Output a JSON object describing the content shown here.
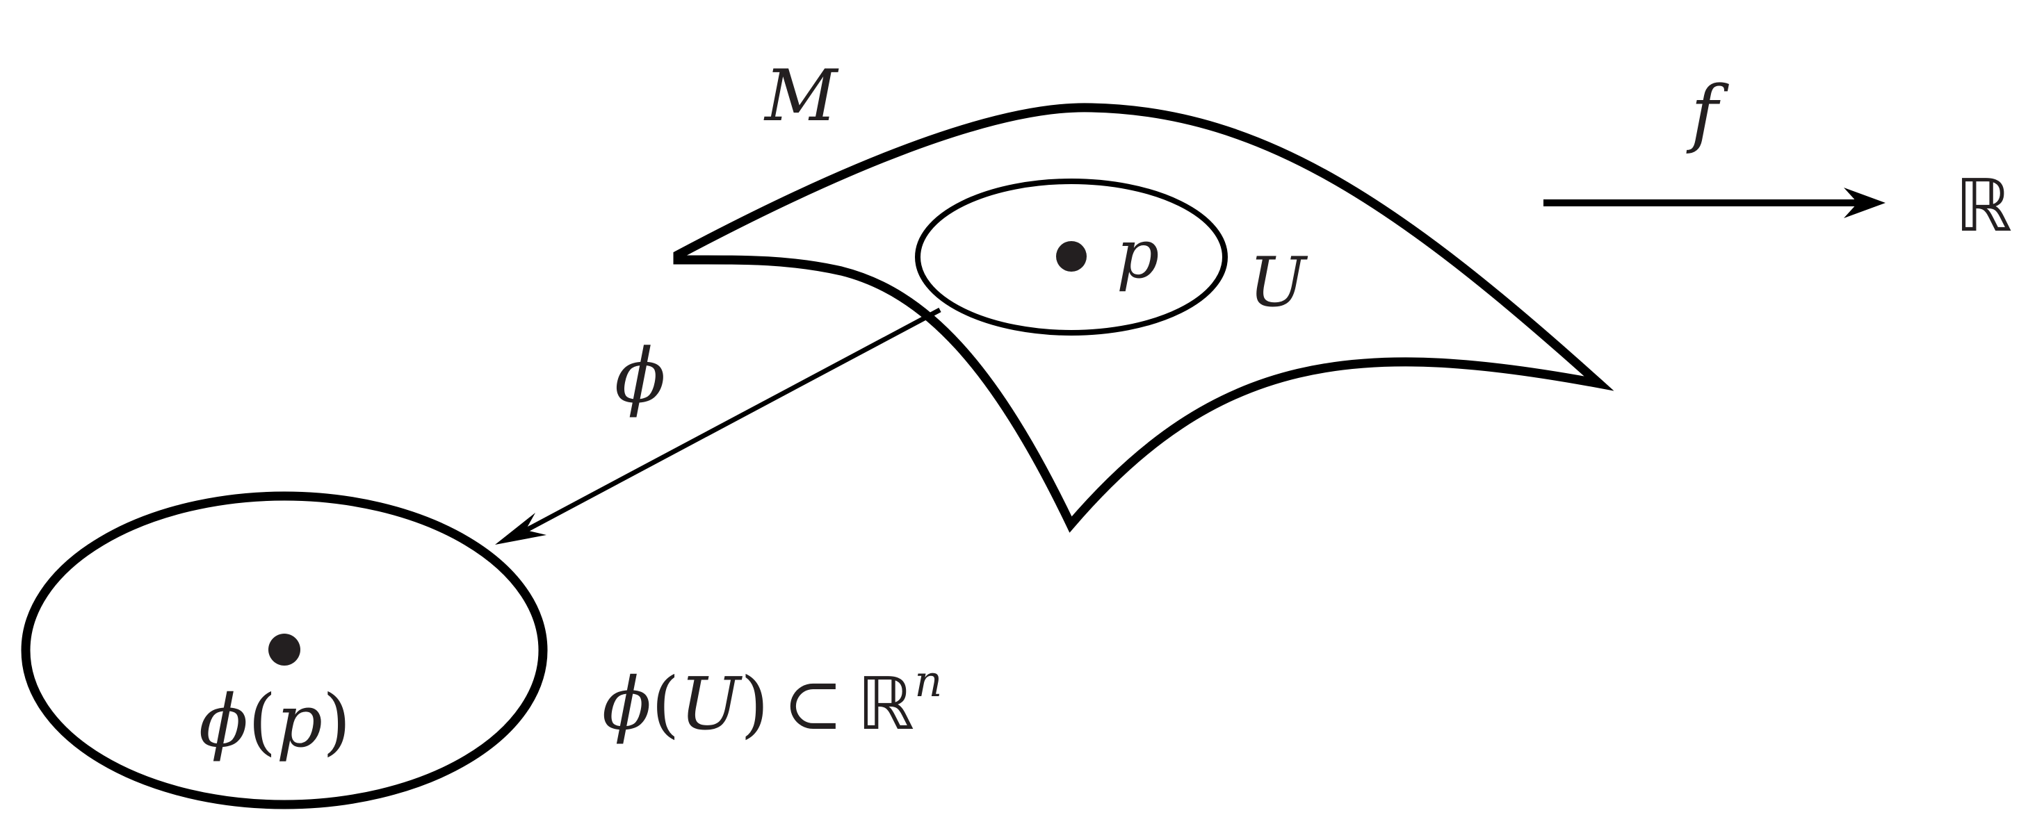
{
  "labels": {
    "manifold": "M",
    "neighborhood": "U",
    "point": "p",
    "function": "f",
    "reals": "ℝ",
    "chart_map": "ϕ",
    "image_point": {
      "phi": "ϕ",
      "open_paren": "(",
      "arg": "p",
      "close_paren": ")"
    },
    "image_set": {
      "phi": "ϕ",
      "open_paren": "(",
      "arg": "U",
      "close_paren": ")",
      "subset": "⊂",
      "space": "ℝ",
      "exponent": "n"
    }
  },
  "colors": {
    "stroke": "#000000",
    "point": "#231f20",
    "text": "#231f20"
  }
}
